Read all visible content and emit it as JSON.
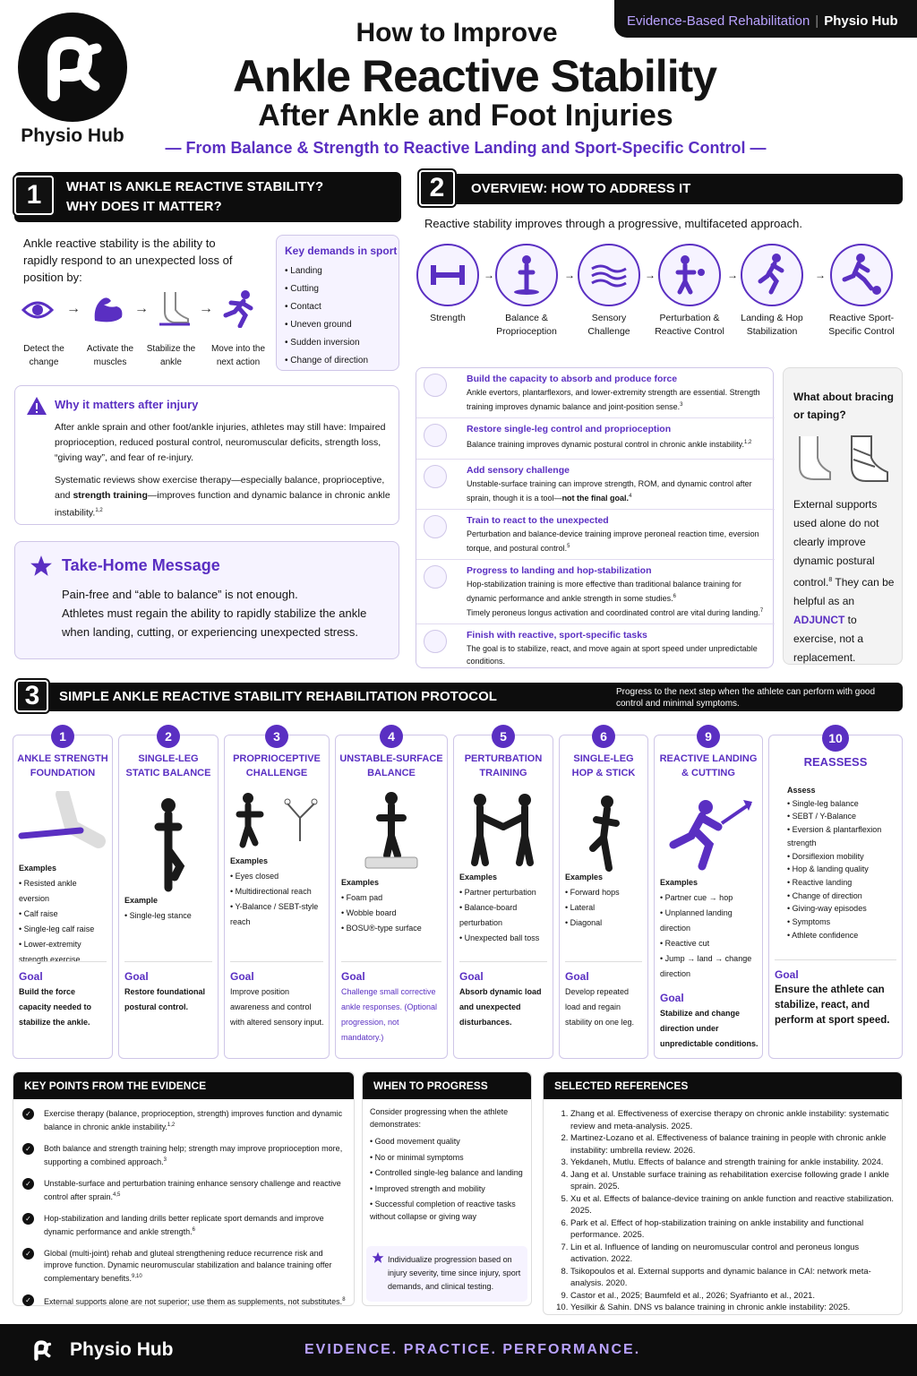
{
  "header": {
    "brand": "Physio Hub",
    "tag_left": "Evidence-Based Rehabilitation",
    "tag_sep": "|",
    "tag_right": "Physio Hub",
    "title_line1": "How to Improve",
    "title_line2": "Ankle Reactive Stability",
    "title_line3": "After Ankle and Foot Injuries",
    "subtitle": "— From Balance & Strength to Reactive Landing and Sport-Specific Control —"
  },
  "section1": {
    "num": "1",
    "title_line1": "WHAT IS ANKLE REACTIVE STABILITY?",
    "title_line2": "WHY DOES IT MATTER?",
    "intro": "Ankle reactive stability is the ability to rapidly respond to an unexpected loss of position by:",
    "flow": [
      {
        "icon": "eye-icon",
        "label": "Detect the change"
      },
      {
        "icon": "muscle-icon",
        "label": "Activate the muscles"
      },
      {
        "icon": "foot-icon",
        "label": "Stabilize the ankle"
      },
      {
        "icon": "runner-icon",
        "label": "Move into the next action"
      }
    ],
    "key_demands_title": "Key demands in sport",
    "key_demands": [
      "Landing",
      "Cutting",
      "Contact",
      "Uneven ground",
      "Sudden inversion",
      "Change of direction"
    ],
    "why_title": "Why it matters after injury",
    "why_p1": "After ankle sprain and other foot/ankle injuries, athletes may still have: Impaired proprioception, reduced postural control, neuromuscular deficits, strength loss, “giving way”, and fear of re-injury.",
    "why_p2_a": "Systematic reviews show exercise therapy—especially balance, proprioceptive, and ",
    "why_p2_b": "strength training",
    "why_p2_c": "—improves function and dynamic balance in chronic ankle instability.",
    "why_p2_ref": "1,2",
    "takehome_title": "Take-Home Message",
    "takehome_line1": "Pain-free and “able to balance” is not enough.",
    "takehome_line2": "Athletes must regain the ability to rapidly stabilize the ankle when landing, cutting, or experiencing unexpected stress."
  },
  "section2": {
    "num": "2",
    "title": "OVERVIEW: HOW TO ADDRESS IT",
    "intro": "Reactive stability improves through a progressive, multifaceted approach.",
    "steps": [
      {
        "icon": "dumbbell-icon",
        "label": "Strength"
      },
      {
        "icon": "balance-board-icon",
        "label": "Balance & Proprioception"
      },
      {
        "icon": "foam-pad-icon",
        "label": "Sensory Challenge"
      },
      {
        "icon": "perturbation-icon",
        "label": "Perturbation & Reactive Control"
      },
      {
        "icon": "hop-icon",
        "label": "Landing & Hop Stabilization"
      },
      {
        "icon": "soccer-player-icon",
        "label": "Reactive Sport-Specific Control"
      }
    ],
    "rows": [
      {
        "icon": "dumbbell-icon",
        "title": "Build the capacity to absorb and produce force",
        "text": "Ankle evertors, plantarflexors, and lower-extremity strength are essential. Strength training improves dynamic balance and joint-position sense.",
        "ref": "3"
      },
      {
        "icon": "single-leg-icon",
        "title": "Restore single-leg control and proprioception",
        "text": "Balance training improves dynamic postural control in chronic ankle instability.",
        "ref": "1,2"
      },
      {
        "icon": "foam-pad-icon",
        "title": "Add sensory challenge",
        "text": "Unstable-surface training can improve strength, ROM, and dynamic control after sprain, though it is a tool—",
        "bold": "not the final goal.",
        "ref": "4"
      },
      {
        "icon": "perturbation-icon",
        "title": "Train to react to the unexpected",
        "text": "Perturbation and balance-device training improve peroneal reaction time, eversion torque, and postural control.",
        "ref": "5"
      },
      {
        "icon": "hop-icon",
        "title": "Progress to landing and hop-stabilization",
        "text": "Hop-stabilization training is more effective than traditional balance training for dynamic performance and ankle strength in some studies.",
        "ref": "6",
        "text2": "Timely peroneus longus activation and coordinated control are vital during landing.",
        "ref2": "7"
      },
      {
        "icon": "runner-icon",
        "title": "Finish with reactive, sport-specific tasks",
        "text": "The goal is to stabilize, react, and move again at sport speed under unpredictable conditions."
      }
    ],
    "brace_title": "What about bracing or taping?",
    "brace_text_a": "External supports used alone do not clearly improve dynamic postural control.",
    "brace_ref": "8",
    "brace_text_b": " They can be helpful as an ",
    "brace_adjunct": "ADJUNCT",
    "brace_text_c": " to exercise, not a replacement."
  },
  "section3": {
    "num": "3",
    "title": "SIMPLE ANKLE REACTIVE STABILITY REHABILITATION PROTOCOL",
    "note": "Progress to the next step when the athlete can perform with good control and minimal symptoms.",
    "cards": [
      {
        "num": "1",
        "title": "ANKLE STRENGTH FOUNDATION",
        "ex_label": "Examples",
        "examples": [
          "Resisted ankle eversion",
          "Calf raise",
          "Single-leg calf raise",
          "Lower-extremity strength exercise"
        ],
        "goal_label": "Goal",
        "goal": "Build the force capacity needed to stabilize the ankle."
      },
      {
        "num": "2",
        "title": "SINGLE-LEG STATIC BALANCE",
        "ex_label": "Example",
        "examples": [
          "Single-leg stance"
        ],
        "goal_label": "Goal",
        "goal": "Restore foundational postural control."
      },
      {
        "num": "3",
        "title": "PROPRIOCEPTIVE CHALLENGE",
        "ex_label": "Examples",
        "examples": [
          "Eyes closed",
          "Multidirectional reach",
          "Y-Balance / SEBT-style reach"
        ],
        "goal_label": "Goal",
        "goal": "Improve position awareness and control with altered sensory input."
      },
      {
        "num": "4",
        "title": "UNSTABLE-SURFACE BALANCE",
        "ex_label": "Examples",
        "examples": [
          "Foam pad",
          "Wobble board",
          "BOSU®-type surface"
        ],
        "goal_label": "Goal",
        "goal": "Challenge small corrective ankle responses. (Optional progression, not mandatory.)"
      },
      {
        "num": "5",
        "title": "PERTURBATION TRAINING",
        "ex_label": "Examples",
        "examples": [
          "Partner perturbation",
          "Balance-board perturbation",
          "Unexpected ball toss"
        ],
        "goal_label": "Goal",
        "goal": "Absorb dynamic load and unexpected disturbances."
      },
      {
        "num": "6",
        "title": "SINGLE-LEG HOP & STICK",
        "ex_label": "Examples",
        "examples": [
          "Forward hops",
          "Lateral",
          "Diagonal"
        ],
        "goal_label": "Goal",
        "goal": "Develop repeated load and regain stability on one leg."
      },
      {
        "num": "9",
        "title": "REACTIVE LANDING & CUTTING",
        "ex_label": "Examples",
        "examples": [
          "Partner cue → hop",
          "Unplanned landing direction",
          "Reactive cut",
          "Jump → land → change direction"
        ],
        "goal_label": "Goal",
        "goal": "Stabilize and change direction under unpredictable conditions."
      },
      {
        "num": "10",
        "title": "REASSESS",
        "ex_label": "Assess",
        "examples": [
          "Single-leg balance",
          "SEBT / Y-Balance",
          "Eversion & plantarflexion strength",
          "Dorsiflexion mobility",
          "Hop & landing quality",
          "Reactive landing",
          "Change of direction",
          "Giving-way episodes",
          "Symptoms",
          "Athlete confidence"
        ],
        "goal_label": "Goal",
        "goal": "Ensure the athlete can stabilize, react, and perform at sport speed."
      }
    ]
  },
  "key_points": {
    "title": "KEY POINTS FROM THE EVIDENCE",
    "items": [
      {
        "text": "Exercise therapy (balance, proprioception, strength) improves function and dynamic balance in chronic ankle instability.",
        "ref": "1,2"
      },
      {
        "text": "Both balance and strength training help; strength may improve proprioception more, supporting a combined approach.",
        "ref": "3"
      },
      {
        "text": "Unstable-surface and perturbation training enhance sensory challenge and reactive control after sprain.",
        "ref": "4,5"
      },
      {
        "text": "Hop-stabilization and landing drills better replicate sport demands and improve dynamic performance and ankle strength.",
        "ref": "6"
      },
      {
        "text": "Global (multi-joint) rehab and gluteal strengthening reduce recurrence risk and improve function. Dynamic neuromuscular stabilization and balance training offer complementary benefits.",
        "ref": "9,10"
      },
      {
        "text": "External supports alone are not superior; use them as supplements, not substitutes.",
        "ref": "8"
      }
    ]
  },
  "when_progress": {
    "title": "WHEN TO PROGRESS",
    "intro": "Consider progressing when the athlete demonstrates:",
    "items": [
      "Good movement quality",
      "No or minimal symptoms",
      "Controlled single-leg balance and landing",
      "Improved strength and mobility",
      "Successful completion of reactive tasks without collapse or giving way"
    ],
    "note": "Individualize progression based on injury severity, time since injury, sport demands, and clinical testing."
  },
  "references": {
    "title": "SELECTED REFERENCES",
    "items": [
      "Zhang et al. Effectiveness of exercise therapy on chronic ankle instability: systematic review and meta-analysis. 2025.",
      "Martinez-Lozano et al. Effectiveness of balance training in people with chronic ankle instability: umbrella review. 2026.",
      "Yekdaneh, Mutlu. Effects of balance and strength training for ankle instability. 2024.",
      "Jang et al. Unstable surface training as rehabilitation exercise following grade I ankle sprain. 2025.",
      "Xu et al. Effects of balance-device training on ankle function and reactive stabilization. 2025.",
      "Park et al. Effect of hop-stabilization training on ankle instability and functional performance. 2025.",
      "Lin et al. Influence of landing on neuromuscular control and peroneus longus activation. 2022.",
      "Tsikopoulos et al. External supports and dynamic balance in CAI: network meta-analysis. 2020.",
      "Castor et al., 2025; Baumfeld et al., 2026; Syafrianto et al., 2021.",
      "Yesilkir & Sahin. DNS vs balance training in chronic ankle instability: 2025."
    ]
  },
  "footer": {
    "brand": "Physio Hub",
    "tagline": "EVIDENCE. PRACTICE. PERFORMANCE."
  },
  "colors": {
    "accent": "#5a2fc2",
    "dark": "#0d0d0d",
    "lavender": "#f6f3ff"
  }
}
